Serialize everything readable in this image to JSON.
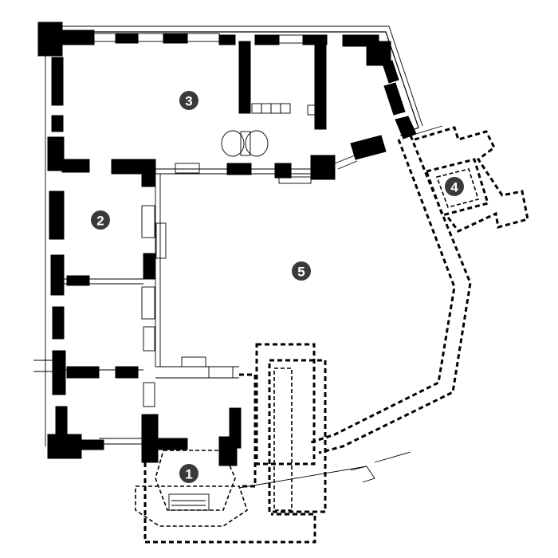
{
  "markers": [
    {
      "id": "marker-1",
      "label": "1"
    },
    {
      "id": "marker-2",
      "label": "2"
    },
    {
      "id": "marker-3",
      "label": "3"
    },
    {
      "id": "marker-4",
      "label": "4"
    },
    {
      "id": "marker-5",
      "label": "5"
    }
  ],
  "colors": {
    "wall": "#000000",
    "marker": "#3a3a3a",
    "marker_text": "#ffffff",
    "background": "#ffffff"
  }
}
